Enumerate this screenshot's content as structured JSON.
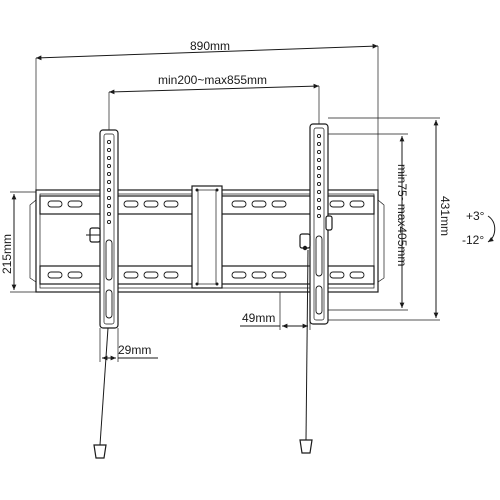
{
  "diagram": {
    "dimensions": {
      "overall_width": "890mm",
      "arm_spacing": "min200~max855mm",
      "frame_height": "215mm",
      "arm_height": "431mm",
      "vesa_vertical": "min75~max405mm",
      "wall_depth": "49mm",
      "arm_width": "29mm"
    },
    "tilt": {
      "up": "+3°",
      "down": "-12°"
    },
    "colors": {
      "line": "#1a1a1a",
      "background": "#ffffff"
    }
  }
}
